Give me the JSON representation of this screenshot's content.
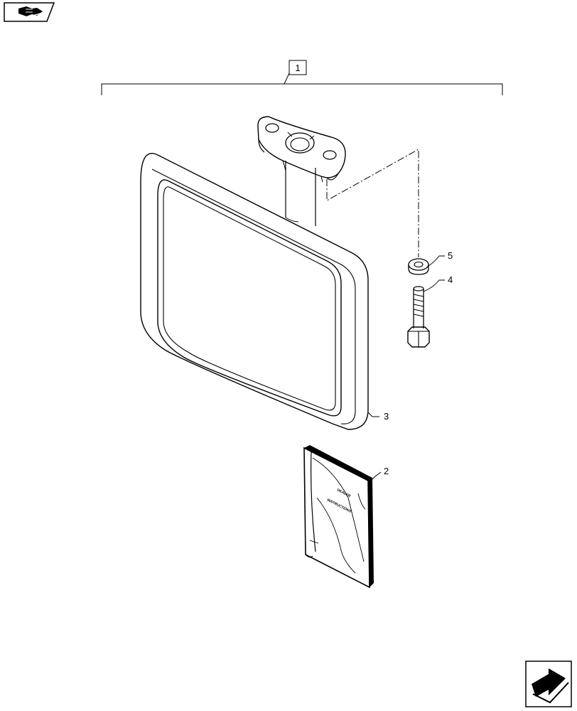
{
  "callouts": {
    "assembly": "1",
    "manual": "2",
    "mirror": "3",
    "bolt": "4",
    "washer": "5"
  },
  "manual_cover_text": {
    "line1": "DEALER",
    "line2": "INSTRUCTIONS"
  },
  "icons": {
    "top_left": "book-with-arrow-icon",
    "bottom_right": "next-page-arrow-icon"
  },
  "colors": {
    "line": "#000000",
    "background": "#ffffff"
  }
}
